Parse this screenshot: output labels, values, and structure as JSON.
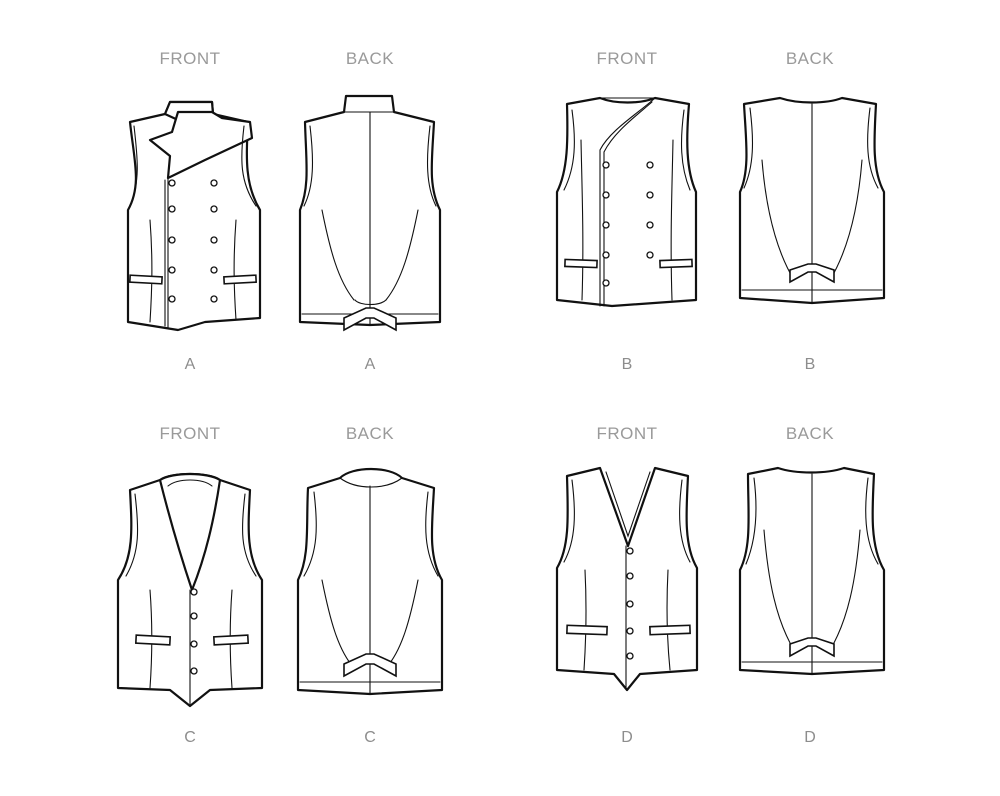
{
  "views": [
    {
      "id": "a-front",
      "view_label": "FRONT",
      "letter": "A"
    },
    {
      "id": "a-back",
      "view_label": "BACK",
      "letter": "A"
    },
    {
      "id": "b-front",
      "view_label": "FRONT",
      "letter": "B"
    },
    {
      "id": "b-back",
      "view_label": "BACK",
      "letter": "B"
    },
    {
      "id": "c-front",
      "view_label": "FRONT",
      "letter": "C"
    },
    {
      "id": "c-back",
      "view_label": "BACK",
      "letter": "C"
    },
    {
      "id": "d-front",
      "view_label": "FRONT",
      "letter": "D"
    },
    {
      "id": "d-back",
      "view_label": "BACK",
      "letter": "D"
    }
  ]
}
